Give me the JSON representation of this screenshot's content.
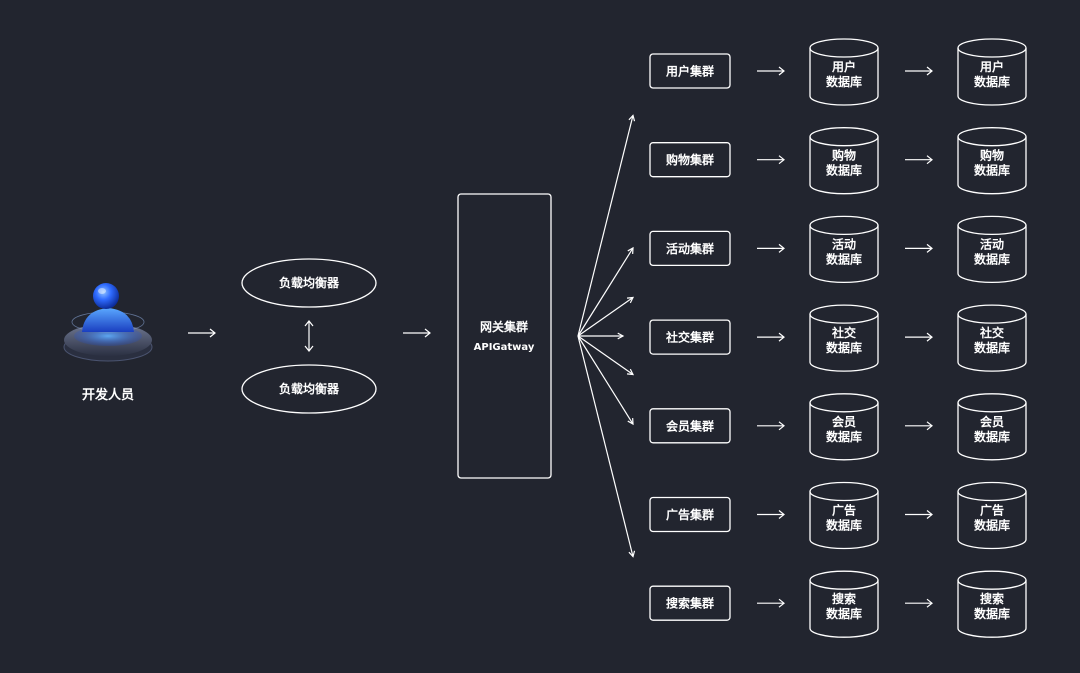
{
  "developer": {
    "label": "开发人员",
    "icon": "developer-avatar-icon"
  },
  "load_balancers": [
    {
      "label": "负载均衡器"
    },
    {
      "label": "负载均衡器"
    }
  ],
  "gateway": {
    "title": "网关集群",
    "subtitle": "APIGatway"
  },
  "rows": [
    {
      "cluster": "用户集群",
      "db1": [
        "用户",
        "数据库"
      ],
      "db2": [
        "用户",
        "数据库"
      ]
    },
    {
      "cluster": "购物集群",
      "db1": [
        "购物",
        "数据库"
      ],
      "db2": [
        "购物",
        "数据库"
      ]
    },
    {
      "cluster": "活动集群",
      "db1": [
        "活动",
        "数据库"
      ],
      "db2": [
        "活动",
        "数据库"
      ]
    },
    {
      "cluster": "社交集群",
      "db1": [
        "社交",
        "数据库"
      ],
      "db2": [
        "社交",
        "数据库"
      ]
    },
    {
      "cluster": "会员集群",
      "db1": [
        "会员",
        "数据库"
      ],
      "db2": [
        "会员",
        "数据库"
      ]
    },
    {
      "cluster": "广告集群",
      "db1": [
        "广告",
        "数据库"
      ],
      "db2": [
        "广告",
        "数据库"
      ]
    },
    {
      "cluster": "搜索集群",
      "db1": [
        "搜索",
        "数据库"
      ],
      "db2": [
        "搜索",
        "数据库"
      ]
    }
  ],
  "colors": {
    "background": "#22252f",
    "stroke": "#ffffff",
    "avatar_accent": "#2f6bff"
  }
}
